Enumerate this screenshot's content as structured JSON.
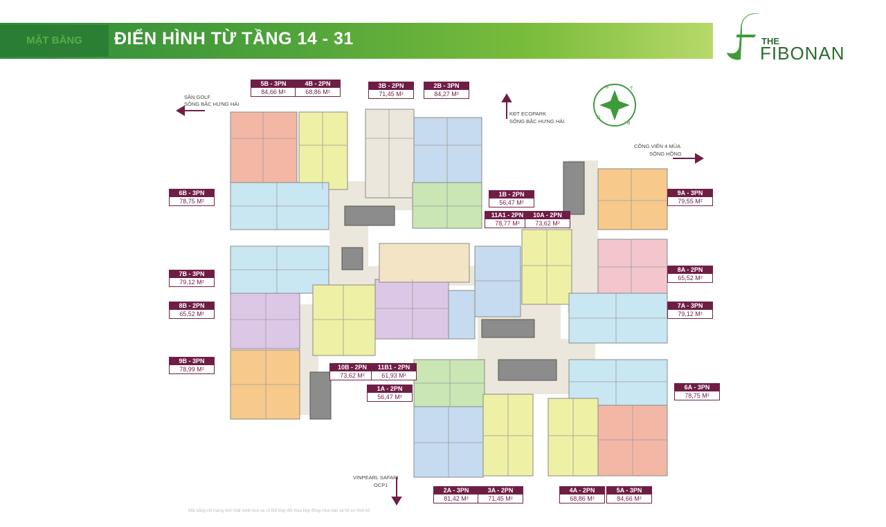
{
  "header": {
    "tag": "MẶT BẰNG",
    "title": "ĐIỂN HÌNH TỪ TẦNG 14 - 31"
  },
  "logo": {
    "line1": "THE",
    "line2": "FIBONAN",
    "color": "#2b6b2f"
  },
  "directions": {
    "golf": "SÂN GOLF",
    "river_left": "SÔNG BẮC HƯNG HẢI",
    "ecopark": "KĐT ECOPARK",
    "river_top": "SÔNG BẮC HƯNG HẢI",
    "park": "CÔNG VIÊN 4 MÙA",
    "red_river": "SÔNG HỒNG",
    "safari": "VINPEARL SAFARI",
    "ocp": "OCP1"
  },
  "compass": {
    "n": "N",
    "t": "T",
    "b": "B",
    "d": "Đ"
  },
  "units": [
    {
      "name": "5B - 3PN",
      "area": "84,66 M²"
    },
    {
      "name": "4B - 2PN",
      "area": "68,86 M²"
    },
    {
      "name": "3B - 2PN",
      "area": "71,45 M²"
    },
    {
      "name": "2B - 3PN",
      "area": "84,27 M²"
    },
    {
      "name": "6B - 3PN",
      "area": "78,75 M²"
    },
    {
      "name": "1B - 2PN",
      "area": "56,47 M²"
    },
    {
      "name": "11A1 - 2PN",
      "area": "78,77 M²"
    },
    {
      "name": "10A - 2PN",
      "area": "73,62 M²"
    },
    {
      "name": "9A - 3PN",
      "area": "79,55 M²"
    },
    {
      "name": "7B - 3PN",
      "area": "79,12 M²"
    },
    {
      "name": "8A - 2PN",
      "area": "65,52 M²"
    },
    {
      "name": "8B - 2PN",
      "area": "65,52 M²"
    },
    {
      "name": "7A - 3PN",
      "area": "79,12 M²"
    },
    {
      "name": "9B - 3PN",
      "area": "78,99 M²"
    },
    {
      "name": "10B - 2PN",
      "area": "73,62 M²"
    },
    {
      "name": "11B1 - 2PN",
      "area": "61,93 M²"
    },
    {
      "name": "1A - 2PN",
      "area": "56,47 M²"
    },
    {
      "name": "6A - 3PN",
      "area": "78,75 M²"
    },
    {
      "name": "2A - 3PN",
      "area": "81,42 M²"
    },
    {
      "name": "3A - 2PN",
      "area": "71,45 M²"
    },
    {
      "name": "4A - 2PN",
      "area": "68,86 M²"
    },
    {
      "name": "5A - 3PN",
      "area": "84,66 M²"
    }
  ],
  "colors": {
    "label": "#6e1e45",
    "salmon": "#f3b7a6",
    "yellow": "#eef0a5",
    "blue": "#c6dbef",
    "sky": "#c9e7f2",
    "green": "#c9e6b4",
    "orange": "#f7c98a",
    "pink": "#f2c6cc",
    "lavender": "#dcc8e6",
    "corridor": "#ece7dc"
  },
  "footnote": "Mặt bằng chỉ mang tính chất minh họa và có thể thay đổi theo hợp đồng mua bán và hồ sơ thiết kế"
}
